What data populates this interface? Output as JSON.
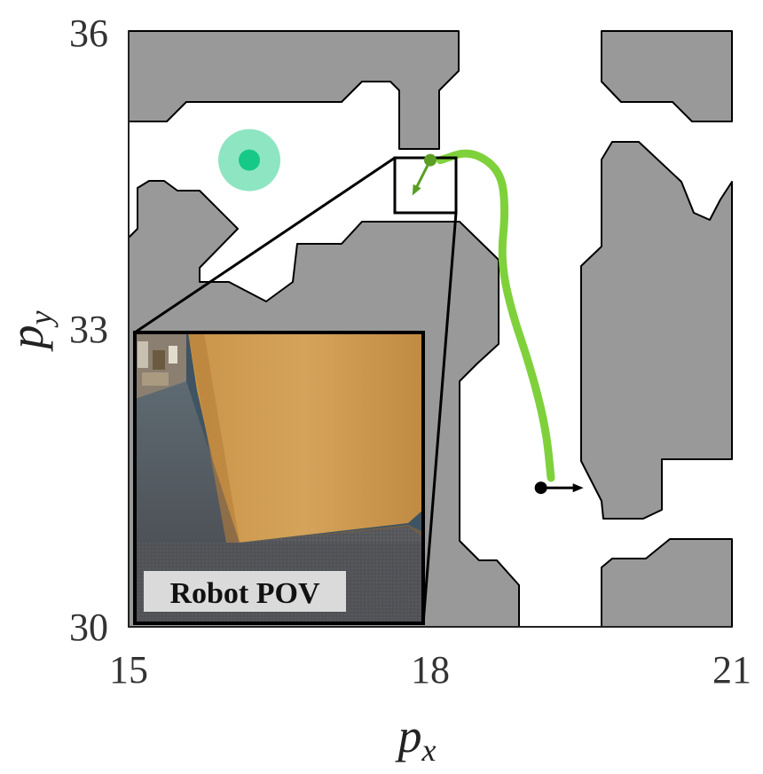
{
  "colors": {
    "obstacle": "#999999",
    "free_space": "#ffffff",
    "path": "#7fd13b",
    "robot_view_marker": "#5a9e23",
    "goal_outer": "#8ee5c2",
    "goal_inner": "#17c987",
    "robot_marker": "#000000"
  },
  "chart_data": {
    "type": "map",
    "xlabel": {
      "base": "p",
      "sub": "x"
    },
    "ylabel": {
      "base": "p",
      "sub": "y"
    },
    "xlim": [
      15,
      21
    ],
    "ylim": [
      30,
      36
    ],
    "x_ticks": [
      "15",
      "18",
      "21"
    ],
    "y_ticks": [
      "30",
      "33",
      "36"
    ],
    "goal": {
      "x": 16.2,
      "y": 34.7
    },
    "robot_start": {
      "x": 19.1,
      "y": 31.4,
      "heading": "east"
    },
    "robot_view": {
      "x": 18.0,
      "y": 34.7,
      "heading": "south-west"
    },
    "trajectory": [
      [
        19.2,
        31.5
      ],
      [
        19.15,
        32.0
      ],
      [
        19.0,
        32.6
      ],
      [
        18.8,
        33.2
      ],
      [
        18.7,
        33.7
      ],
      [
        18.75,
        34.2
      ],
      [
        18.7,
        34.6
      ],
      [
        18.4,
        34.8
      ],
      [
        18.1,
        34.7
      ]
    ],
    "inset": {
      "label": "Robot POV"
    }
  }
}
